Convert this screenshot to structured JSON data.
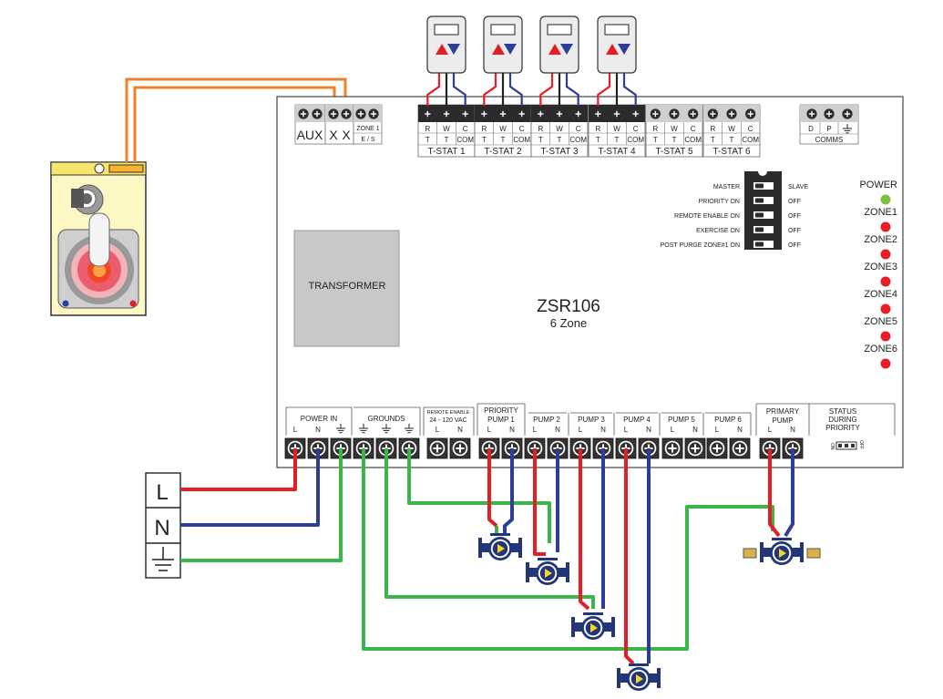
{
  "controller": {
    "model": "ZSR106",
    "subtitle": "6 Zone",
    "transformer": "TRANSFORMER"
  },
  "top_left_terminals": {
    "aux": "AUX",
    "x1": "X",
    "x2": "X",
    "zone1_top": "ZONE 1",
    "zone1_bottom": "E / S"
  },
  "tstat_sub_top": [
    "R",
    "W",
    "C"
  ],
  "tstat_sub_bottom": [
    "T",
    "T",
    "COM"
  ],
  "tstats": [
    {
      "label": "T-STAT 1",
      "sub_top": [
        "R",
        "W",
        "C"
      ],
      "sub_bottom": [
        "T",
        "T",
        "COM"
      ]
    },
    {
      "label": "T-STAT 2",
      "sub_top": [
        "R",
        "W",
        "C"
      ],
      "sub_bottom": [
        "T",
        "T",
        "COM"
      ]
    },
    {
      "label": "T-STAT 3",
      "sub_top": [
        "R",
        "W",
        "C"
      ],
      "sub_bottom": [
        "T",
        "T",
        "COM"
      ]
    },
    {
      "label": "T-STAT 4",
      "sub_top": [
        "R",
        "W",
        "C"
      ],
      "sub_bottom": [
        "T",
        "T",
        "COM"
      ]
    },
    {
      "label": "T-STAT 5",
      "sub_top": [
        "R",
        "W",
        "C"
      ],
      "sub_bottom": [
        "T",
        "T",
        "COM"
      ]
    },
    {
      "label": "T-STAT 6",
      "sub_top": [
        "R",
        "W",
        "C"
      ],
      "sub_bottom": [
        "T",
        "T",
        "COM"
      ]
    }
  ],
  "comms": {
    "label": "COMMS",
    "d": "D",
    "p": "P"
  },
  "dip_switches": [
    {
      "left": "MASTER",
      "right": "SLAVE"
    },
    {
      "left": "PRIORITY ON",
      "right": "OFF"
    },
    {
      "left": "REMOTE ENABLE ON",
      "right": "OFF"
    },
    {
      "left": "EXERCISE ON",
      "right": "OFF"
    },
    {
      "left": "POST PURGE ZONE#1 ON",
      "right": "OFF"
    }
  ],
  "leds": [
    {
      "label": "POWER",
      "color": "#7cc242"
    },
    {
      "label": "ZONE1",
      "color": "#ea1c24"
    },
    {
      "label": "ZONE2",
      "color": "#ea1c24"
    },
    {
      "label": "ZONE3",
      "color": "#ea1c24"
    },
    {
      "label": "ZONE4",
      "color": "#ea1c24"
    },
    {
      "label": "ZONE5",
      "color": "#ea1c24"
    },
    {
      "label": "ZONE6",
      "color": "#ea1c24"
    }
  ],
  "bottom_terminals": {
    "power_in": "POWER IN",
    "grounds": "GROUNDS",
    "remote_enable_top": "REMOTE ENABLE",
    "remote_enable_bottom": "24 - 120 VAC",
    "priority": "PRIORITY",
    "pump1": "PUMP 1",
    "pump2": "PUMP 2",
    "pump3": "PUMP 3",
    "pump4": "PUMP 4",
    "pump5": "PUMP 5",
    "pump6": "PUMP 6",
    "primary": "PRIMARY",
    "pump": "PUMP",
    "status1": "STATUS",
    "status2": "DURING",
    "status3": "PRIORITY",
    "l": "L",
    "n": "N",
    "on": "ON",
    "off": "OFF"
  },
  "power_source": {
    "l": "L",
    "n": "N"
  },
  "colors": {
    "hot": "#e31e24",
    "neutral": "#2e3d98",
    "ground": "#3ab54a",
    "aux_wire": "#f07f2a",
    "board_fill": "#ffffff",
    "transformer": "#c8c8c8",
    "boiler": "#fdf7c4"
  }
}
